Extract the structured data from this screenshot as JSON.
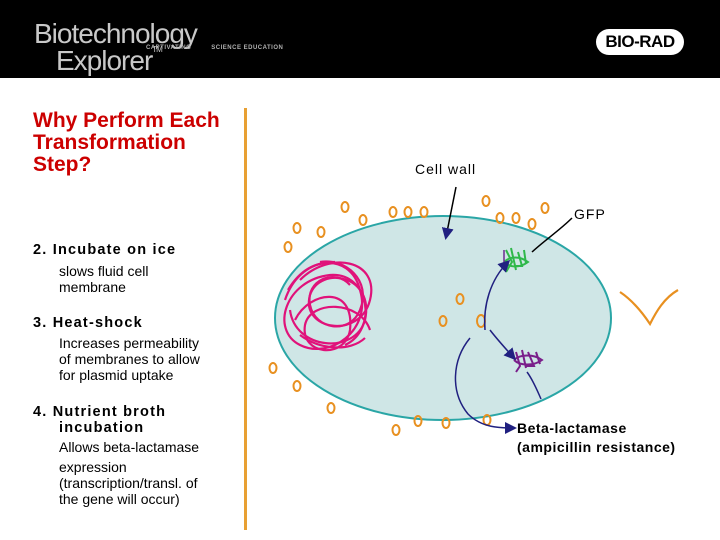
{
  "header": {
    "logo_line1": "Biotechnology",
    "logo_line2": "Explorer",
    "logo_tm": "TM",
    "tagline_left": "CAPTIVATING",
    "tagline_right": "SCIENCE EDUCATION",
    "brand": "BIO-RAD"
  },
  "title": "Why Perform Each Transformation Step?",
  "steps": [
    {
      "heading": "2. Incubate on ice",
      "desc": [
        "slows fluid cell",
        "membrane"
      ]
    },
    {
      "heading": "3. Heat-shock",
      "desc": [
        "Increases permeability",
        "of membranes to allow",
        "for plasmid uptake"
      ]
    },
    {
      "heading_line1": "4. Nutrient broth",
      "heading_line2": "incubation",
      "desc": [
        "Allows beta-lactamase",
        "expression",
        "(transcription/transl. of",
        "the gene will occur)"
      ]
    }
  ],
  "diagram": {
    "cell_wall_label": "Cell wall",
    "gfp_label": "GFP",
    "bla_label_line1": "Beta-lactamase",
    "bla_label_line2": "(ampicillin resistance)",
    "colors": {
      "cell_fill": "#cfe6e6",
      "cell_stroke": "#2aa6a6",
      "dna": "#e0127a",
      "plasmid": "#e89020",
      "gfp": "#2fb84a",
      "bla": "#7a1f8a",
      "arrow": "#202080",
      "title": "#cc0000",
      "divider": "#e8a033"
    }
  }
}
